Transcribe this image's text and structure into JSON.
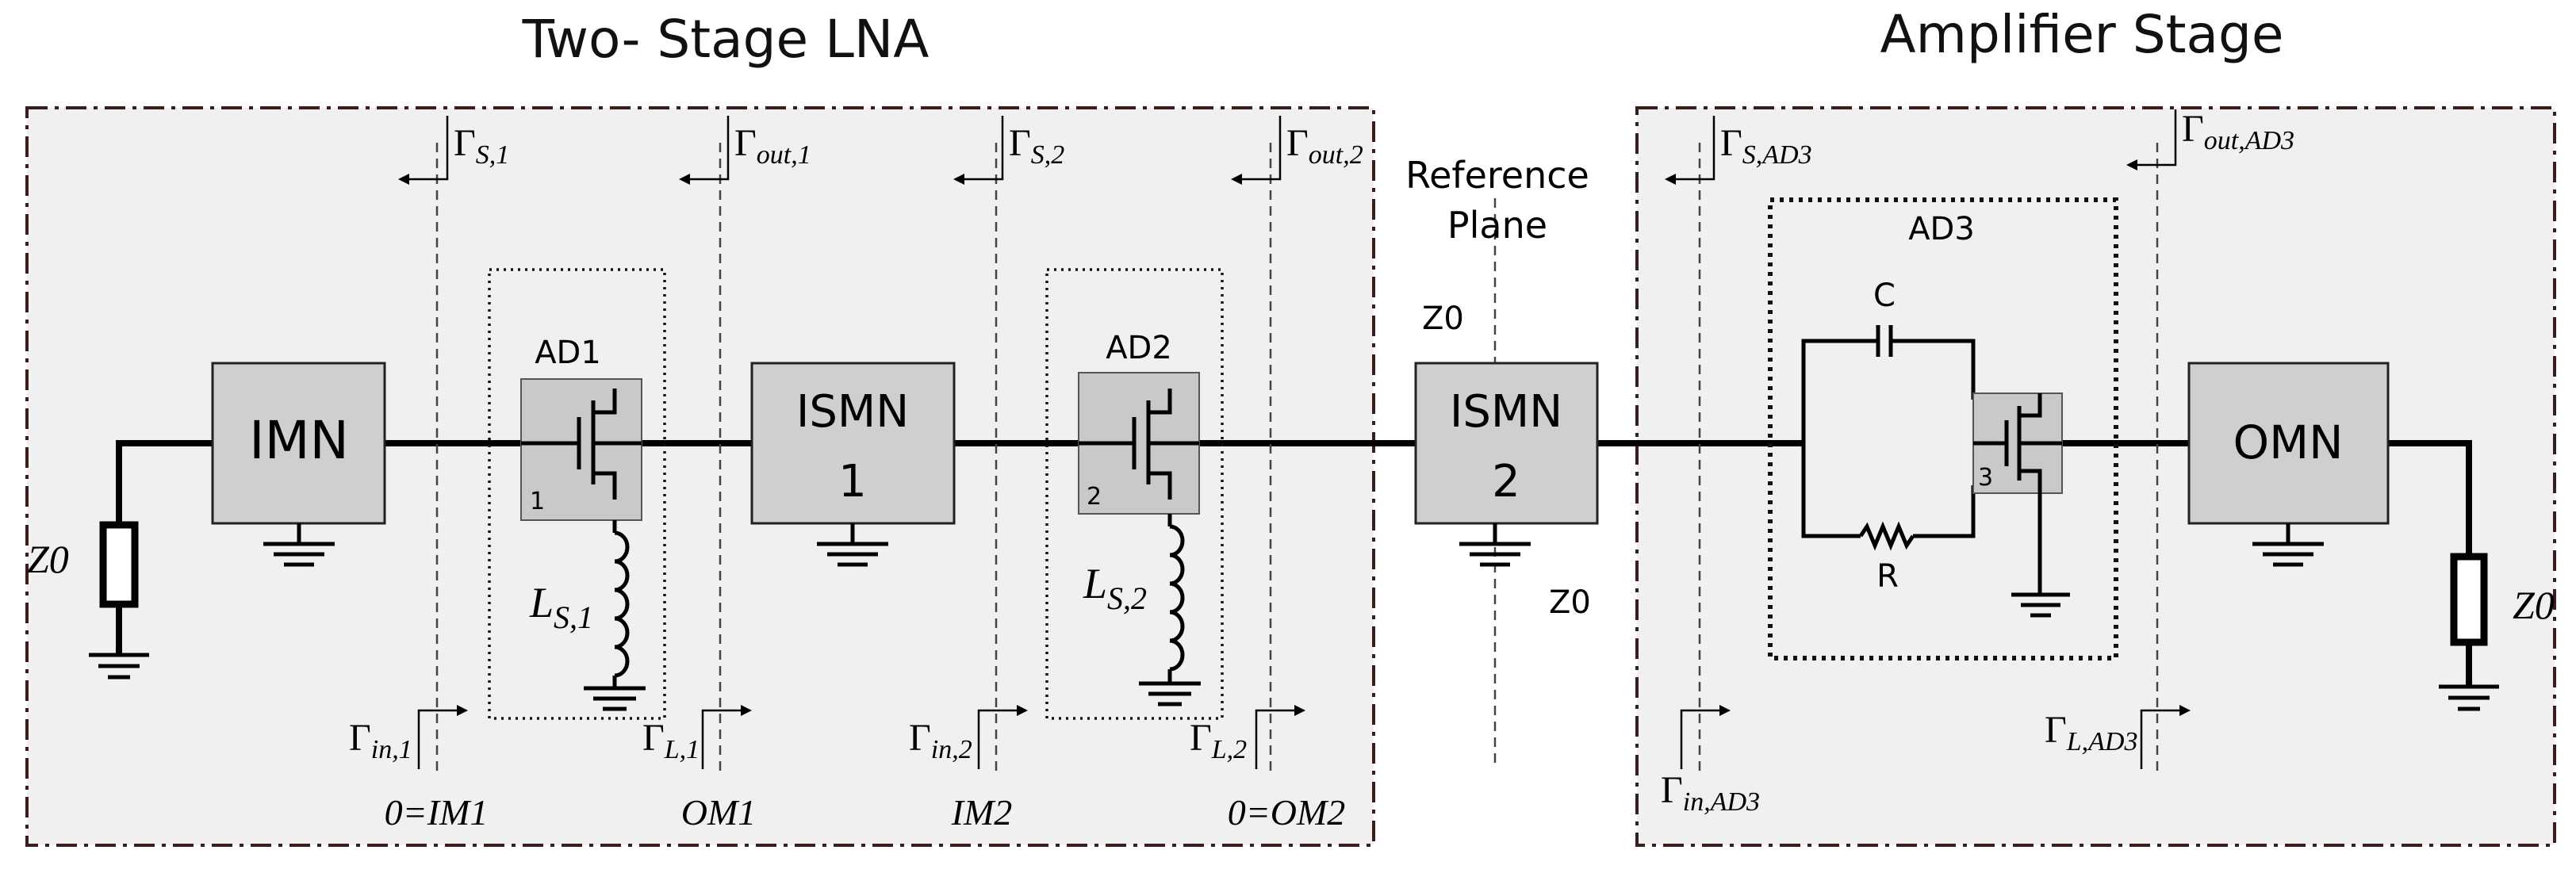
{
  "titles": {
    "left": "Two- Stage LNA",
    "right": "Amplifier Stage"
  },
  "reference_plane": {
    "line1": "Reference",
    "line2": "Plane"
  },
  "blocks": {
    "imn": "IMN",
    "ismn1_line1": "ISMN",
    "ismn1_line2": "1",
    "ismn2_line1": "ISMN",
    "ismn2_line2": "2",
    "omn": "OMN"
  },
  "devices": {
    "ad1": "AD1",
    "ad2": "AD2",
    "ad3": "AD3",
    "t1": "1",
    "t2": "2",
    "t3": "3"
  },
  "components": {
    "c": "C",
    "r": "R",
    "ls1_main": "L",
    "ls1_sub": "S,1",
    "ls2_main": "L",
    "ls2_sub": "S,2"
  },
  "impedances": {
    "z0_left": "Z0",
    "z0_right": "Z0",
    "z0_top": "Z0",
    "z0_bottom": "Z0"
  },
  "reflection_coefficients": {
    "symbol": "Γ",
    "s1": "S,1",
    "out1": "out,1",
    "s2": "S,2",
    "out2": "out,2",
    "s_ad3": "S,AD3",
    "out_ad3": "out,AD3",
    "in1": "in,1",
    "l1": "L,1",
    "in2": "in,2",
    "l2": "L,2",
    "in_ad3": "in,AD3",
    "l_ad3": "L,AD3"
  },
  "planes": {
    "im1": "0=IM1",
    "om1": "OM1",
    "im2": "IM2",
    "om2": "0=OM2"
  }
}
